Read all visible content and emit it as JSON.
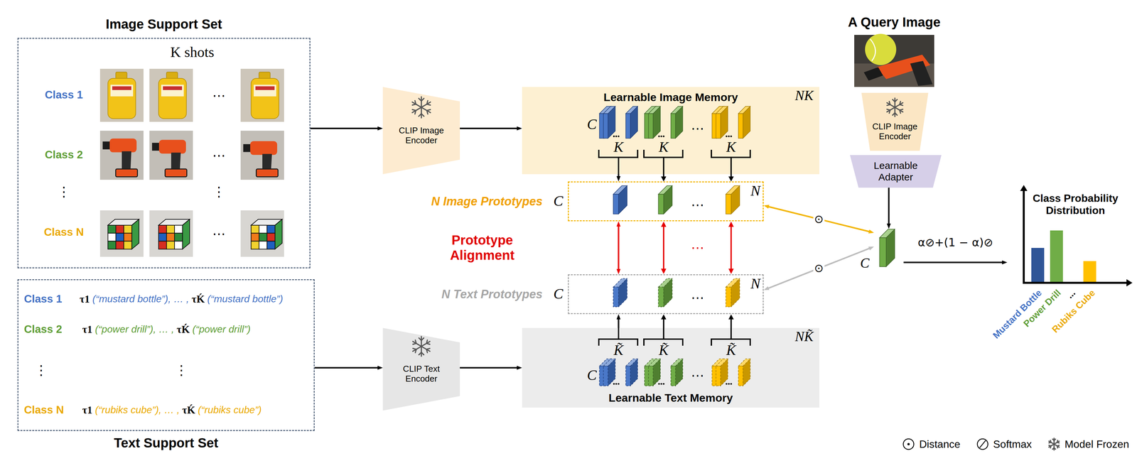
{
  "diagram": {
    "nodes": [
      {
        "text": [
          "Image Support Set"
        ]
      },
      {
        "text": [
          "Text Support Set"
        ]
      },
      {
        "text": [
          "CLIP Image Encoder"
        ]
      },
      {
        "text": [
          "CLIP Text Encoder"
        ]
      },
      {
        "text": [
          "Learnable Image Memory",
          "NK"
        ]
      },
      {
        "text": [
          "N Image Prototypes"
        ]
      },
      {
        "text": [
          "N Text Prototypes"
        ]
      },
      {
        "text": [
          "Learnable Text Memory",
          "NK̃"
        ]
      },
      {
        "text": [
          "A Query Image"
        ]
      },
      {
        "text": [
          "CLIP Image Encoder"
        ]
      },
      {
        "text": [
          "Learnable Adapter"
        ]
      },
      {
        "text": [
          "C"
        ]
      },
      {
        "text": [
          "Class Probability Distribution"
        ]
      }
    ],
    "edges": [
      {
        "from": 0,
        "to": 2,
        "arrow": "to"
      },
      {
        "from": 2,
        "to": 4,
        "arrow": "to"
      },
      {
        "from": 1,
        "to": 3,
        "arrow": "to"
      },
      {
        "from": 3,
        "to": 7,
        "arrow": "to"
      },
      {
        "from": 4,
        "to": 5,
        "arrow": "to"
      },
      {
        "from": 7,
        "to": 6,
        "arrow": "to"
      },
      {
        "from": 5,
        "to": 6,
        "arrow": "both"
      },
      {
        "from": 10,
        "to": 11,
        "arrow": "to"
      },
      {
        "from": 11,
        "to": 5,
        "arrow": "both",
        "label": "⊙"
      },
      {
        "from": 11,
        "to": 6,
        "arrow": "both",
        "label": "⊙"
      },
      {
        "from": 11,
        "to": 12,
        "arrow": "to",
        "label": "α⊘+(1 − α)⊘"
      }
    ],
    "labels": [
      "K shots",
      "Class 1",
      "⋯",
      "Class 2",
      "⋯",
      "⋮",
      "⋮",
      "Class N",
      "⋯",
      "Class 1",
      "τ1",
      "(“mustard bottle”), … ,",
      "τḰ",
      "(“mustard bottle”)",
      "Class 2",
      "τ1",
      "(“power drill”), … ,",
      "τḰ",
      "(“power drill”)",
      "⋮",
      "⋮",
      "Class N",
      "τ1",
      "(“rubiks cube”), … ,",
      "τḰ",
      "(“rubiks cube”)",
      "C",
      "K",
      "K",
      "K",
      "⋯",
      "C",
      "N",
      "⋯",
      "Prototype Alignment",
      "⋯",
      "C",
      "N",
      "⋯",
      "C",
      "K̃",
      "K̃",
      "K̃",
      "⋯",
      "Mustard Bottle",
      "Power Drill",
      "...",
      "Rubiks Cube"
    ],
    "legend": [
      {
        "text": "Distance"
      },
      {
        "text": "Softmax"
      },
      {
        "text": "Model Frozen"
      }
    ]
  }
}
